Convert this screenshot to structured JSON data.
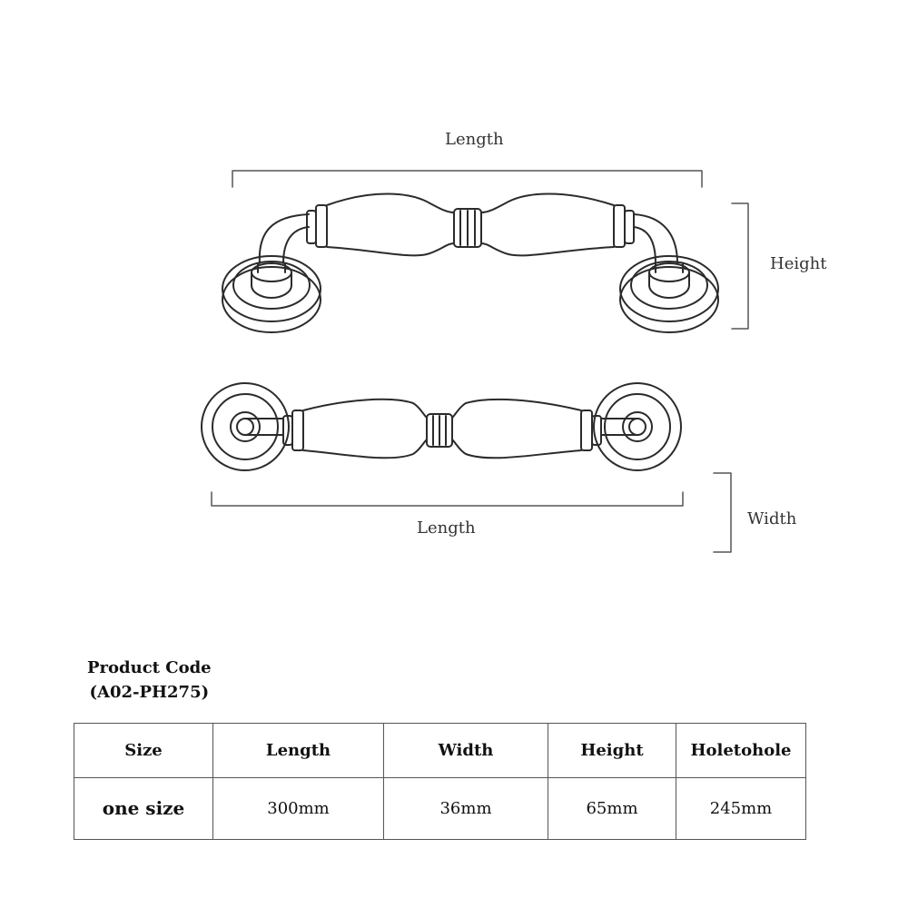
{
  "diagram": {
    "top_view": {
      "length_label": "Length",
      "height_label": "Height"
    },
    "bottom_view": {
      "length_label": "Length",
      "width_label": "Width"
    }
  },
  "product": {
    "code_line1": "Product Code",
    "code_line2": "(A02-PH275)"
  },
  "table": {
    "headers": [
      "Size",
      "Length",
      "Width",
      "Height",
      "Holetohole"
    ],
    "rows": [
      [
        "one size",
        "300mm",
        "36mm",
        "65mm",
        "245mm"
      ]
    ]
  },
  "colors": {
    "line": "#2b2b2b",
    "dimension": "#555555"
  }
}
